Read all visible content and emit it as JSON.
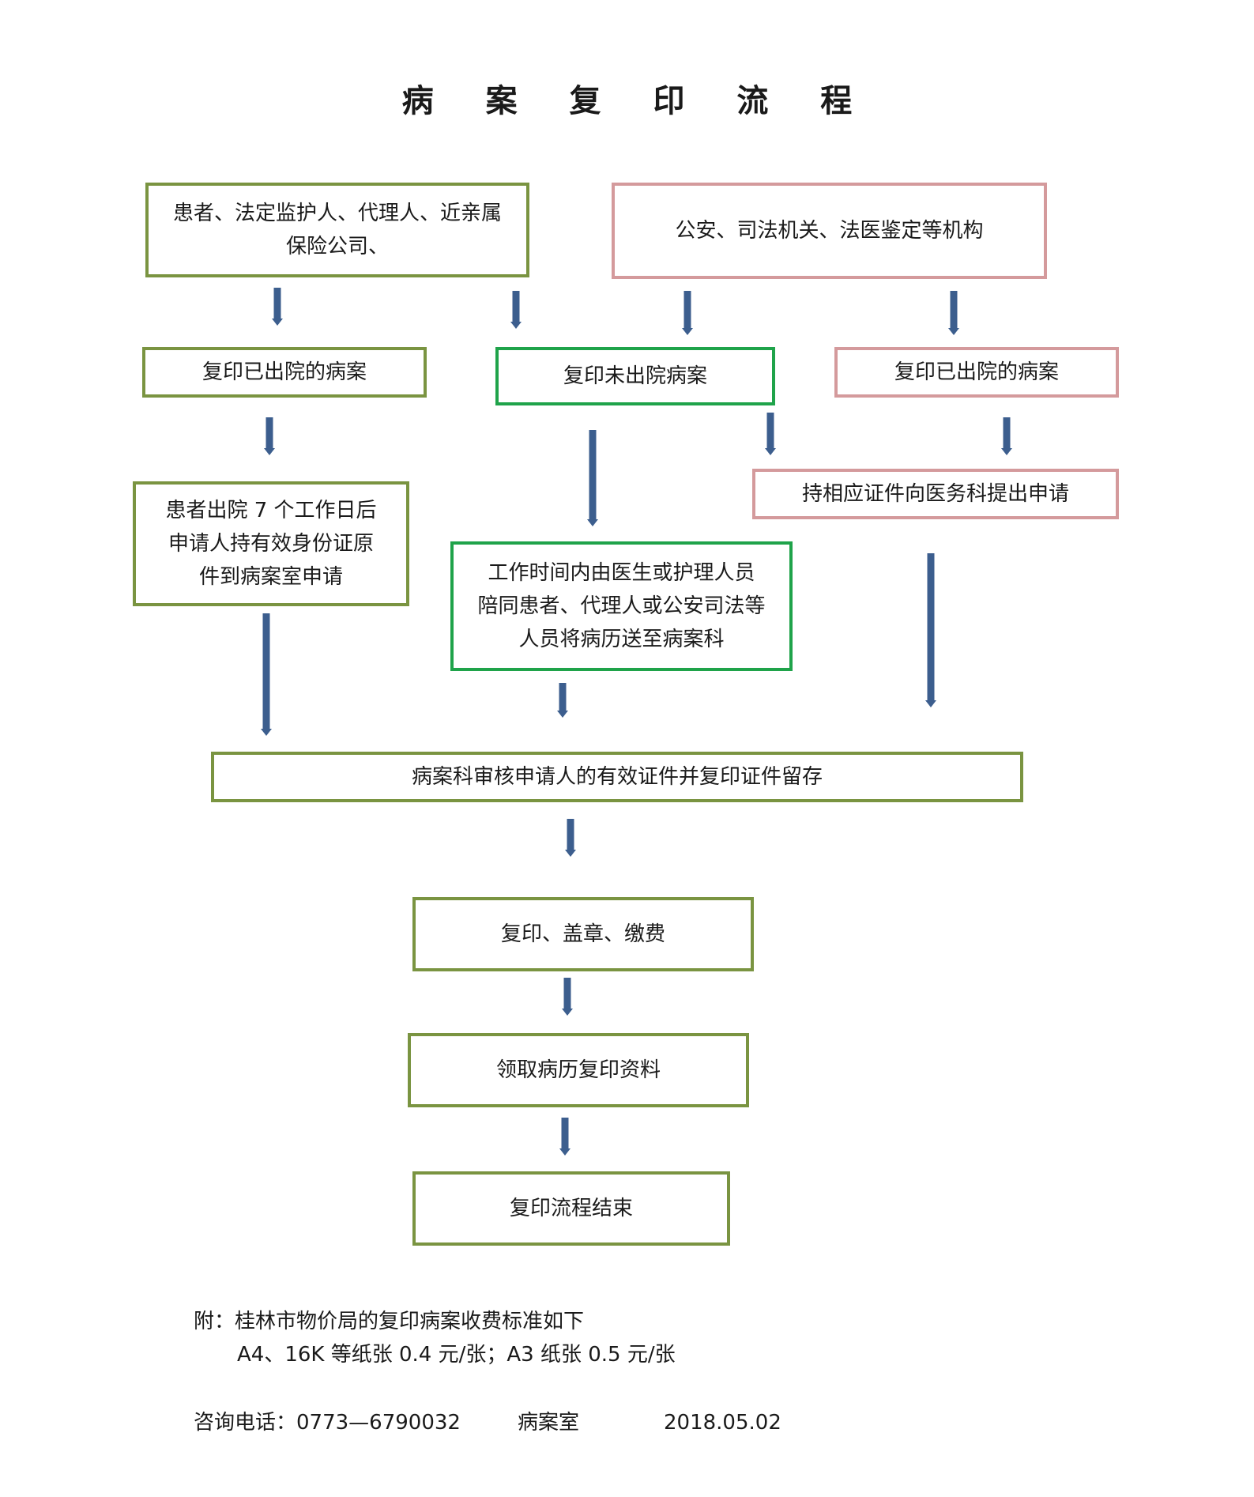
{
  "title": "病 案 复 印 流 程",
  "colors": {
    "arrow": "#3c5e8e",
    "olive_border": "#7a9441",
    "green_border": "#1fa34a",
    "pink_border": "#d49a9c"
  },
  "boxes": {
    "patient_applicants": "患者、法定监护人、代理人、近亲属\n保险公司、",
    "police_agencies": "公安、司法机关、法医鉴定等机构",
    "copy_discharged_left": "复印已出院的病案",
    "copy_not_discharged": "复印未出院病案",
    "copy_discharged_right": "复印已出院的病案",
    "patient_discharge_apply": "患者出院 7 个工作日后\n申请人持有效身份证原\n件到病案室申请",
    "doctor_nurse_deliver": "工作时间内由医生或护理人员\n陪同患者、代理人或公安司法等\n人员将病历送至病案科",
    "certificate_apply": "持相应证件向医务科提出申请",
    "records_review": "病案科审核申请人的有效证件并复印证件留存",
    "copy_stamp_pay": "复印、盖章、缴费",
    "collect_materials": "领取病历复印资料",
    "process_end": "复印流程结束"
  },
  "notes": {
    "fee_title": "附：桂林市物价局的复印病案收费标准如下",
    "fee_detail": "A4、16K 等纸张 0.4 元/张；A3 纸张 0.5 元/张",
    "contact_phone": "咨询电话：0773—6790032",
    "department": "病案室",
    "date": "2018.05.02"
  }
}
